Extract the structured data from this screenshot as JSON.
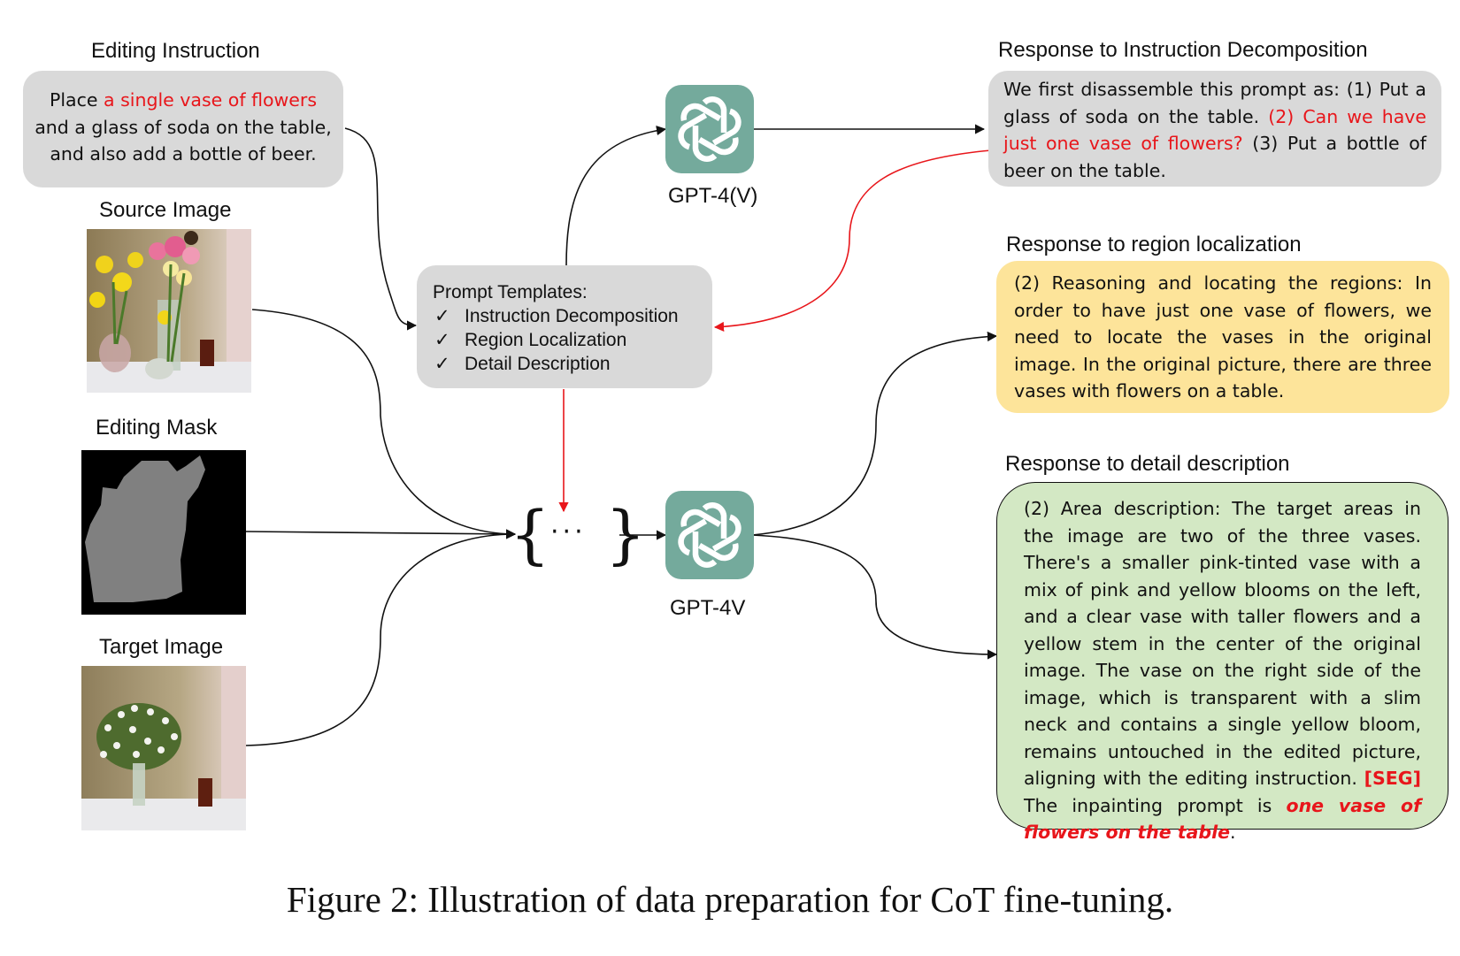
{
  "labels": {
    "editing_instruction": "Editing Instruction",
    "source_image": "Source Image",
    "editing_mask": "Editing Mask",
    "target_image": "Target Image",
    "gpt4v_top": "GPT-4(V)",
    "gpt4v_bottom": "GPT-4V",
    "response_decomposition": "Response to Instruction Decomposition",
    "response_region": "Response to region localization",
    "response_detail": "Response to detail description"
  },
  "instruction": {
    "part1": "Place ",
    "highlight": "a single vase of flowers",
    "part2": " and a glass of soda on the table, and also add a bottle of beer."
  },
  "prompt_templates": {
    "title": "Prompt Templates:",
    "check_glyph": "✓",
    "items": [
      "Instruction Decomposition",
      "Region Localization",
      "Detail Description"
    ]
  },
  "middle": {
    "dots": "···",
    "open_brace": "{",
    "close_brace": "}"
  },
  "decomposition": {
    "part1": "We first disassemble this prompt as: (1) Put a glass of soda on the table. ",
    "highlight": "(2) Can we have just one vase of flowers?",
    "part2": " (3) Put a bottle of beer on the table."
  },
  "region": {
    "text": "(2) Reasoning and locating the regions: In order to have just one vase of flowers, we need to locate the vases in the original image. In the original picture, there are three vases with flowers on a table."
  },
  "detail": {
    "part1": "(2) Area description: The target areas in the image are two of the three vases. There's a smaller pink-tinted vase with a mix of pink and yellow blooms on the left, and a clear vase with taller flowers and a yellow stem in the center of the original image. The vase on the right side of the image, which is transparent with a slim neck and contains a single yellow bloom, remains untouched in the edited picture, aligning with the editing instruction. ",
    "seg": "[SEG]",
    "part2": " The inpainting prompt is ",
    "prompt": "one vase of flowers on the table",
    "end": "."
  },
  "caption": "Figure 2: Illustration of data preparation for CoT fine-tuning.",
  "colors": {
    "box_gray": "#d9d9d9",
    "region_yellow": "#fde49a",
    "detail_green": "#d3e8c4",
    "highlight_red": "#e8161b",
    "openai_teal": "#74aa9c",
    "mask_gray": "#808080"
  },
  "icons": {
    "gpt_logo": "openai-logo-icon",
    "check": "checkmark-icon"
  }
}
